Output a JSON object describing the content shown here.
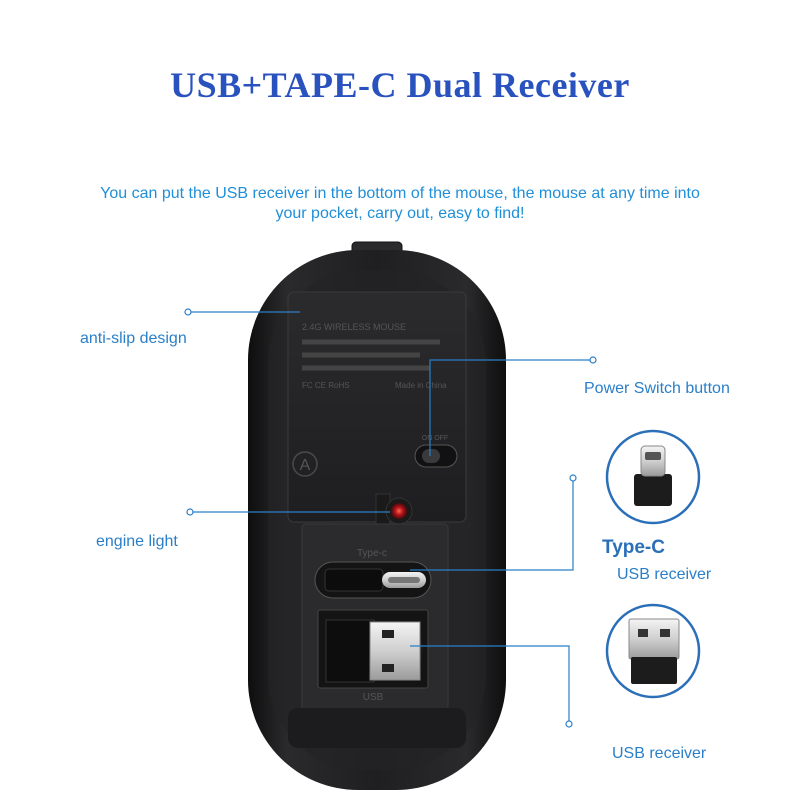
{
  "title": "USB+TAPE-C Dual Receiver",
  "subtitle": "You can put the USB receiver in the bottom of the mouse, the mouse at any time into your pocket, carry out, easy to find!",
  "callouts": {
    "anti_slip": "anti-slip design",
    "power_switch": "Power Switch button",
    "engine_light": "engine light",
    "typec_title": "Type-C",
    "typec_receiver": "USB receiver",
    "usb_receiver": "USB receiver"
  },
  "mouse": {
    "model_text": "2.4G WIRELESS MOUSE",
    "switch_text": "ON OFF",
    "logo_letter": "A",
    "typec_slot_label": "Type-c",
    "usb_slot_label": "USB",
    "cert_text": "FC CE RoHS",
    "made_in": "Made in China"
  },
  "colors": {
    "accent": "#2a7fc8",
    "title": "#2a52be",
    "mouse_body": "#1b1b1c",
    "leader": "#2a7fc8"
  }
}
